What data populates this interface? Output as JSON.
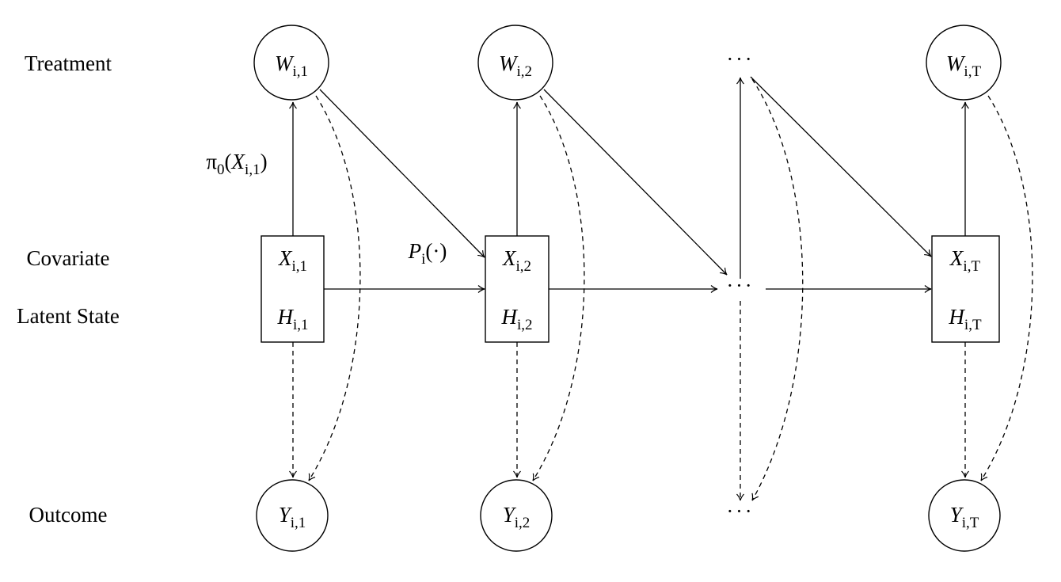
{
  "row_labels": {
    "treatment": "Treatment",
    "covariate": "Covariate",
    "latent_state": "Latent State",
    "outcome": "Outcome"
  },
  "nodes": {
    "w1": {
      "var": "W",
      "sub": "i,1"
    },
    "w2": {
      "var": "W",
      "sub": "i,2"
    },
    "wT": {
      "var": "W",
      "sub": "i,T"
    },
    "x1": {
      "var": "X",
      "sub": "i,1"
    },
    "x2": {
      "var": "X",
      "sub": "i,2"
    },
    "xT": {
      "var": "X",
      "sub": "i,T"
    },
    "h1": {
      "var": "H",
      "sub": "i,1"
    },
    "h2": {
      "var": "H",
      "sub": "i,2"
    },
    "hT": {
      "var": "H",
      "sub": "i,T"
    },
    "y1": {
      "var": "Y",
      "sub": "i,1"
    },
    "y2": {
      "var": "Y",
      "sub": "i,2"
    },
    "yT": {
      "var": "Y",
      "sub": "i,T"
    }
  },
  "ellipsis": "···",
  "edge_labels": {
    "policy": {
      "pi": "π",
      "pi_sub": "0",
      "open": "(",
      "var": "X",
      "sub": "i,1",
      "close": ")"
    },
    "transition": {
      "var": "P",
      "sub": "i",
      "args": "(·)"
    }
  }
}
